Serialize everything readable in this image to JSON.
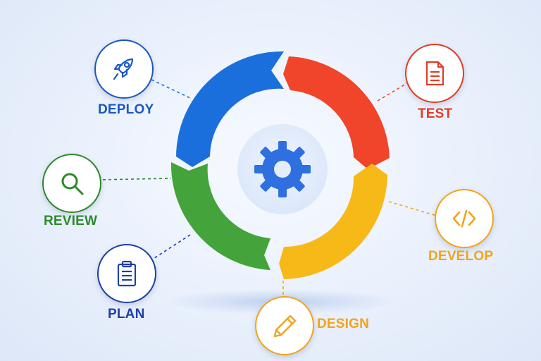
{
  "center": {
    "icon": "gear-icon"
  },
  "stages": [
    {
      "id": "deploy",
      "label": "DEPLOY",
      "icon": "rocket-icon",
      "color": "#1a57c4"
    },
    {
      "id": "test",
      "label": "TEST",
      "icon": "document-icon",
      "color": "#e53a26"
    },
    {
      "id": "develop",
      "label": "DEVELOP",
      "icon": "code-icon",
      "color": "#f2a41a"
    },
    {
      "id": "design",
      "label": "DESIGN",
      "icon": "pencil-icon",
      "color": "#f2a41a"
    },
    {
      "id": "plan",
      "label": "PLAN",
      "icon": "clipboard-list-icon",
      "color": "#1f3fa8"
    },
    {
      "id": "review",
      "label": "REVIEW",
      "icon": "magnifier-icon",
      "color": "#2a8a2a"
    }
  ],
  "ring_colors": {
    "blue": "#1b6fdd",
    "red": "#f0452a",
    "yellow": "#f7b917",
    "green": "#44a33a",
    "gear": "#2f6fe0"
  }
}
